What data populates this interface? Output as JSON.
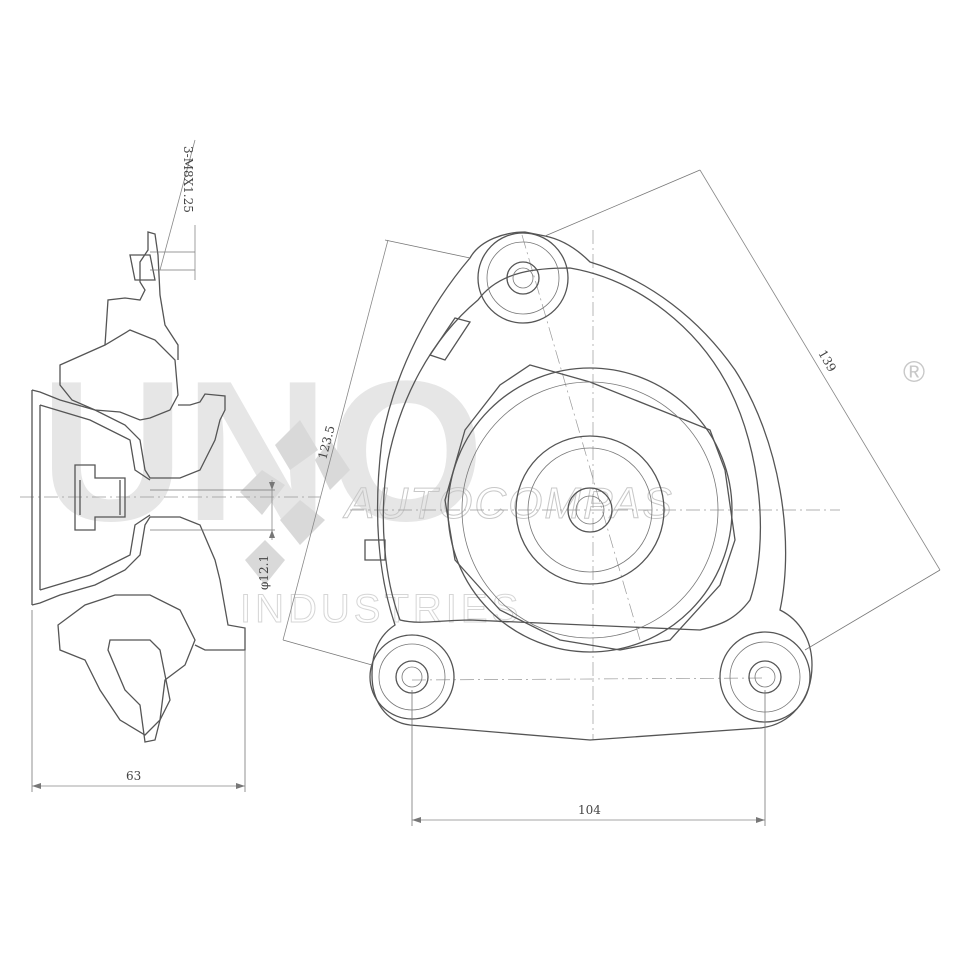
{
  "watermark": {
    "brand": "UNO",
    "line1": "AUTOCOMPAS",
    "line2": "INDUSTRIES",
    "registered": "®"
  },
  "dimensions": {
    "thread": "3-M8X1.25",
    "bore": "φ12.1",
    "height": "63",
    "bolt_spacing": "104",
    "diagonal_outer": "139",
    "diagonal_inner": "123.5"
  }
}
